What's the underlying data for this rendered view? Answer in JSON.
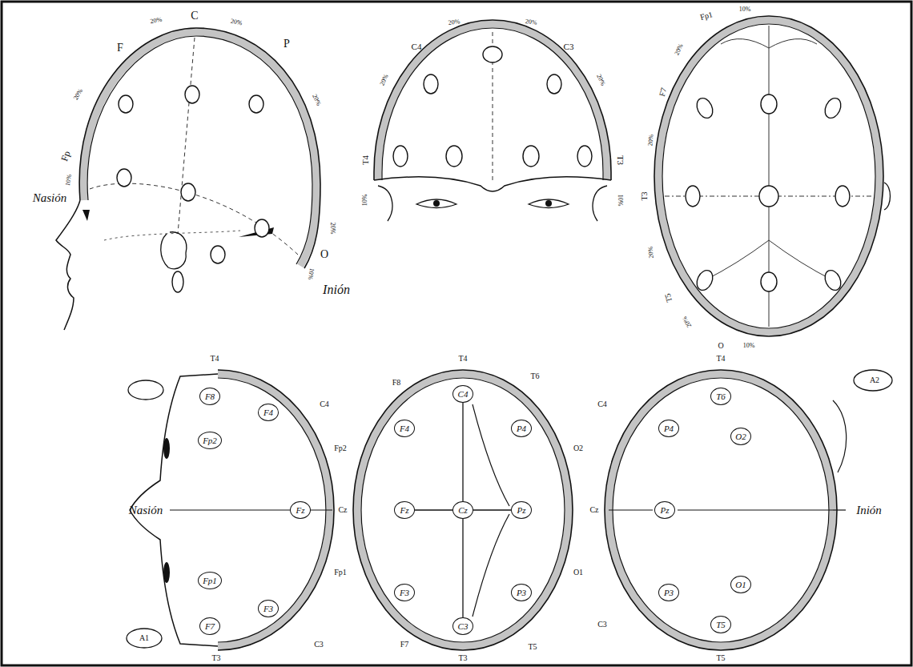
{
  "diagram": {
    "nodes": [
      {
        "text": [
          "F8"
        ]
      },
      {
        "text": [
          "F4"
        ]
      },
      {
        "text": [
          "Fp2"
        ]
      },
      {
        "text": [
          "Fz"
        ]
      },
      {
        "text": [
          "Fp1"
        ]
      },
      {
        "text": [
          "F3"
        ]
      },
      {
        "text": [
          "F7"
        ]
      },
      {
        "text": [
          "C4"
        ]
      },
      {
        "text": [
          "F4"
        ]
      },
      {
        "text": [
          "P4"
        ]
      },
      {
        "text": [
          "Fz"
        ]
      },
      {
        "text": [
          "Cz"
        ]
      },
      {
        "text": [
          "Pz"
        ]
      },
      {
        "text": [
          "F3"
        ]
      },
      {
        "text": [
          "C3"
        ]
      },
      {
        "text": [
          "P3"
        ]
      },
      {
        "text": [
          "T6"
        ]
      },
      {
        "text": [
          "P4"
        ]
      },
      {
        "text": [
          "O2"
        ]
      },
      {
        "text": [
          "Pz"
        ]
      },
      {
        "text": [
          "O1"
        ]
      },
      {
        "text": [
          "P3"
        ]
      },
      {
        "text": [
          "T5"
        ]
      }
    ],
    "edges": [
      {
        "from": 11,
        "to": 7,
        "arrow": "none"
      },
      {
        "from": 11,
        "to": 14,
        "arrow": "none"
      },
      {
        "from": 11,
        "to": 10,
        "arrow": "none"
      },
      {
        "from": 11,
        "to": 12,
        "arrow": "none"
      }
    ],
    "labels": [
      "Nasión",
      "10%",
      "Fp",
      "20%",
      "F",
      "20%",
      "C",
      "20%",
      "P",
      "20%",
      "20%",
      "O",
      "10%",
      "Inión",
      "C4",
      "20%",
      "20%",
      "C3",
      "20%",
      "20%",
      "T4",
      "T3",
      "10%",
      "10%",
      "Fp1",
      "10%",
      "20%",
      "F7",
      "20%",
      "T3",
      "20%",
      "T5",
      "20%",
      "O",
      "10%",
      "T4",
      "C4",
      "Nasión",
      "Cz",
      "C3",
      "T3",
      "A1",
      "T4",
      "F8",
      "T6",
      "Fp2",
      "Fp1",
      "O2",
      "O1",
      "F7",
      "T3",
      "T5",
      "T4",
      "C4",
      "A2",
      "Cz",
      "Inión",
      "C3",
      "T5"
    ]
  }
}
